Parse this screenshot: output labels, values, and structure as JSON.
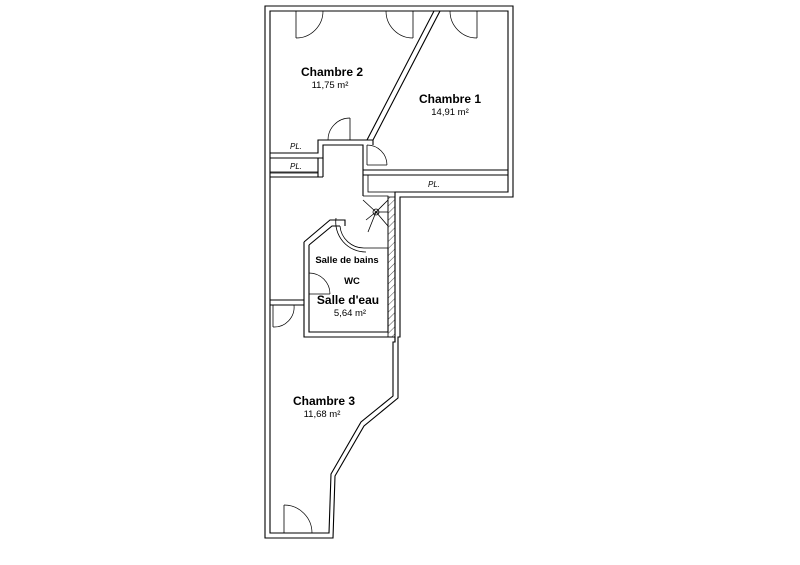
{
  "rooms": {
    "chambre2": {
      "name": "Chambre 2",
      "area": "11,75 m²"
    },
    "chambre1": {
      "name": "Chambre 1",
      "area": "14,91 m²"
    },
    "salle_de_bains": {
      "name": "Salle de bains"
    },
    "wc": {
      "name": "WC"
    },
    "salle_deau": {
      "name": "Salle d'eau",
      "area": "5,64 m²"
    },
    "chambre3": {
      "name": "Chambre 3",
      "area": "11,68 m²"
    }
  },
  "placards": {
    "pl_top_left": "PL.",
    "pl_mid_left": "PL.",
    "pl_right": "PL."
  }
}
